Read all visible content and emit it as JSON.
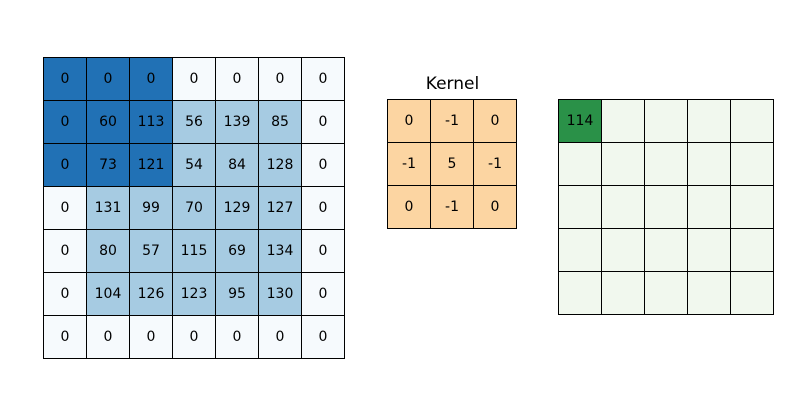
{
  "chart_data": {
    "type": "heatmap",
    "title": "Kernel",
    "description_visible_elements": "2D convolution visualization: padded input matrix, 3x3 kernel, output matrix with one computed value",
    "input_grid": {
      "rows": 7,
      "cols": 7,
      "values": [
        [
          0,
          0,
          0,
          0,
          0,
          0,
          0
        ],
        [
          0,
          60,
          113,
          56,
          139,
          85,
          0
        ],
        [
          0,
          73,
          121,
          54,
          84,
          128,
          0
        ],
        [
          0,
          131,
          99,
          70,
          129,
          127,
          0
        ],
        [
          0,
          80,
          57,
          115,
          69,
          134,
          0
        ],
        [
          0,
          104,
          126,
          123,
          95,
          130,
          0
        ],
        [
          0,
          0,
          0,
          0,
          0,
          0,
          0
        ]
      ],
      "highlight_region": {
        "row_start": 0,
        "row_end": 2,
        "col_start": 0,
        "col_end": 2
      }
    },
    "kernel_grid": {
      "title": "Kernel",
      "rows": 3,
      "cols": 3,
      "values": [
        [
          0,
          -1,
          0
        ],
        [
          -1,
          5,
          -1
        ],
        [
          0,
          -1,
          0
        ]
      ]
    },
    "output_grid": {
      "rows": 5,
      "cols": 5,
      "values": [
        [
          "114",
          "",
          "",
          "",
          ""
        ],
        [
          "",
          "",
          "",
          "",
          ""
        ],
        [
          "",
          "",
          "",
          "",
          ""
        ],
        [
          "",
          "",
          "",
          "",
          ""
        ],
        [
          "",
          "",
          "",
          "",
          ""
        ]
      ]
    },
    "colors": {
      "background": "#ffffff",
      "grid_line": "#000000",
      "text": "#000000",
      "input_zero_bg": "#f6fafd",
      "input_data_bg": "#a6cbe2",
      "input_highlight_bg": "#2171b5",
      "kernel_bg": "#fcd5a2",
      "output_empty_bg": "#f1f8ee",
      "output_computed_bg": "#2a9148"
    },
    "legend_position": "none",
    "grid": true
  }
}
